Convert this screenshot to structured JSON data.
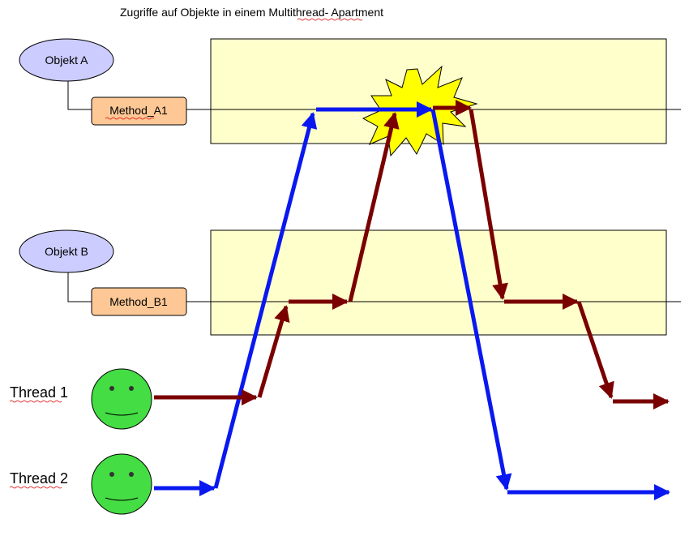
{
  "title": "Zugriffe auf Objekte in einem Multithread- Apartment",
  "objects": [
    {
      "name": "Objekt A",
      "method": "Method_A1"
    },
    {
      "name": "Objekt B",
      "method": "Method_B1"
    }
  ],
  "threads": [
    {
      "label": "Thread 1",
      "color": "#7a0000"
    },
    {
      "label": "Thread 2",
      "color": "#0a18f0"
    }
  ],
  "colors": {
    "apartment_fill": "#ffffcc",
    "object_fill": "#ccccff",
    "method_fill": "#fdc896",
    "face_fill": "#44dd44",
    "collision_fill": "#ffff00"
  }
}
